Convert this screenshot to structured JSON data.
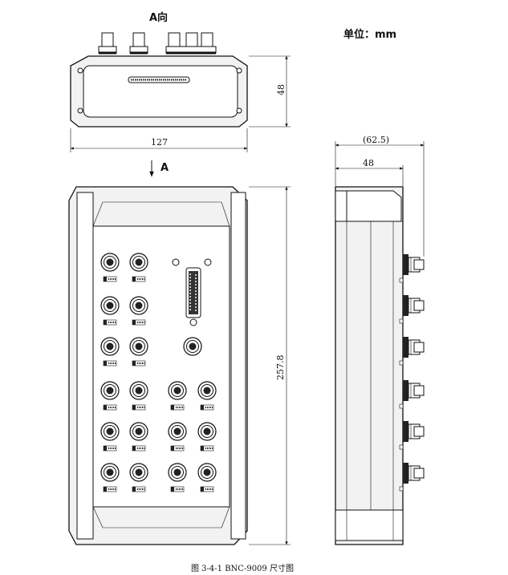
{
  "labels": {
    "view_a_title": "A向",
    "unit": "单位：mm",
    "arrow_a": "A",
    "caption": "图 3-4-1    BNC-9009 尺寸图"
  },
  "dimensions": {
    "top_width": "127",
    "top_height": "48",
    "front_height": "257.8",
    "side_overall": "(62.5)",
    "side_body": "48"
  }
}
